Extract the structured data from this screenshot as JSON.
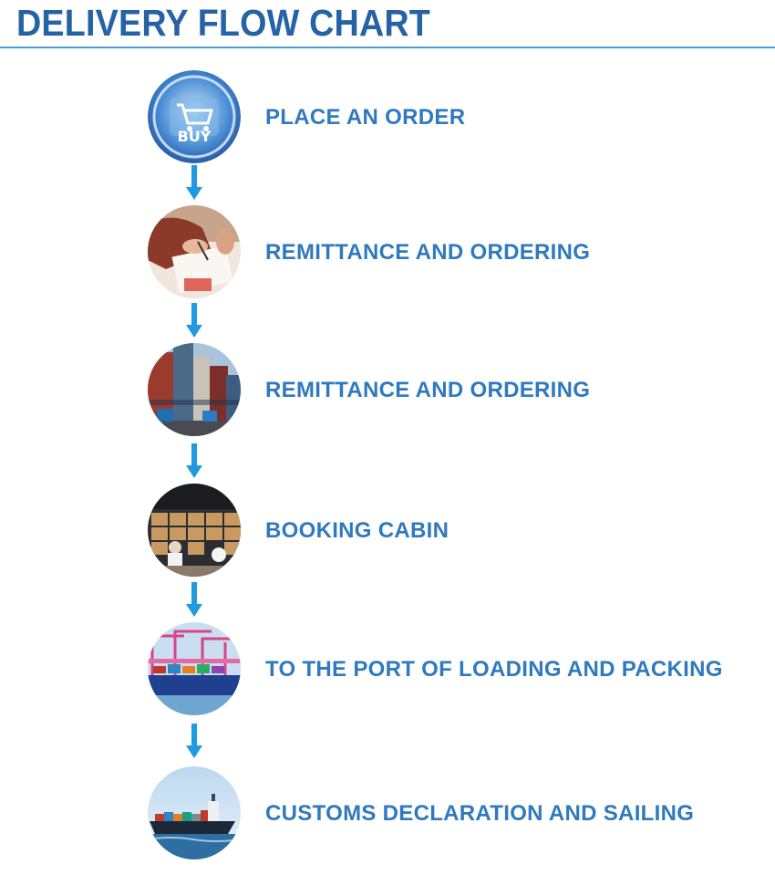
{
  "title": "DELIVERY FLOW CHART",
  "steps": [
    {
      "label": "PLACE AN ORDER",
      "icon": "shopping-cart-buy-icon"
    },
    {
      "label": "REMITTANCE AND ORDERING",
      "icon": "payment-signing-image"
    },
    {
      "label": "REMITTANCE AND ORDERING",
      "icon": "shipping-containers-image"
    },
    {
      "label": "BOOKING CABIN",
      "icon": "warehouse-cartons-image"
    },
    {
      "label": "TO THE PORT OF LOADING AND PACKING",
      "icon": "port-cranes-ship-image"
    },
    {
      "label": "CUSTOMS DECLARATION AND SAILING",
      "icon": "container-ship-sailing-image"
    }
  ],
  "buy_icon_text": "BUY",
  "colors": {
    "title": "#2563a6",
    "label": "#2f79bf",
    "arrow": "#1e9be0",
    "rule": "#4d9ad9"
  }
}
